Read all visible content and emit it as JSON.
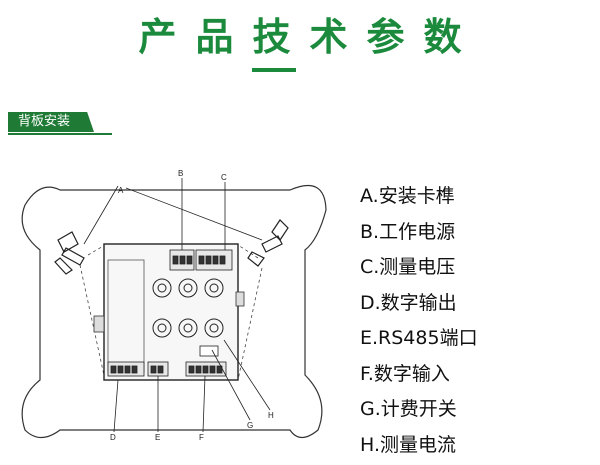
{
  "title": "产品技术参数",
  "section_tag": "背板安装",
  "legend": [
    "A.安装卡榫",
    "B.工作电源",
    "C.测量电压",
    "D.数字输出",
    "E.RS485端口",
    "F.数字输入",
    "G.计费开关",
    "H.测量电流"
  ],
  "callouts": {
    "a": "A",
    "b": "B",
    "c": "C",
    "d": "D",
    "e": "E",
    "f": "F",
    "g": "G",
    "h": "H"
  },
  "colors": {
    "accent": "#1b8a3c",
    "tag_bg": "#1f7a36"
  }
}
